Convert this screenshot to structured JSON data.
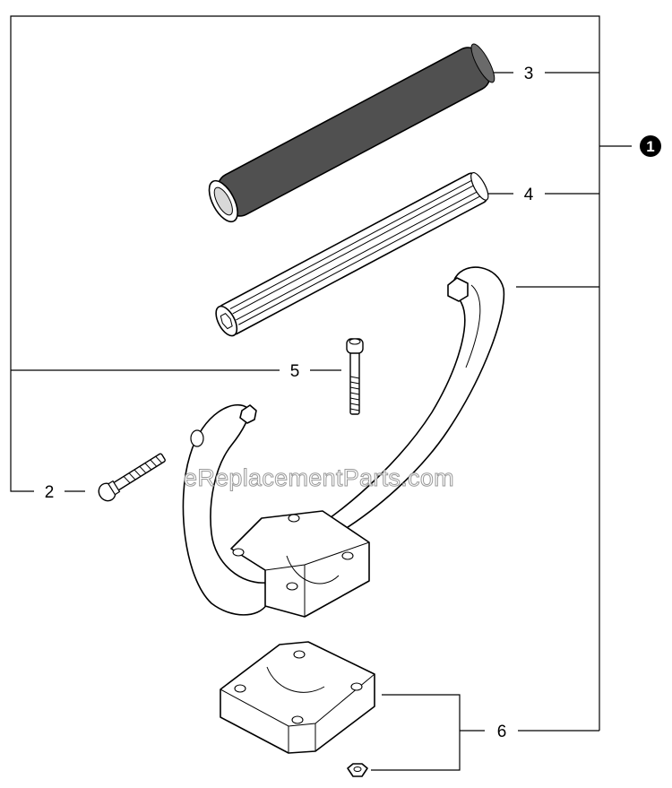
{
  "callouts": {
    "assembly": "1",
    "grip": "3",
    "shaft": "4",
    "screw_long": "5",
    "bolt": "2",
    "clamp": "6"
  },
  "watermark": "eReplacementParts.com",
  "icons": {
    "assembly_marker": "filled-circle-icon"
  },
  "colors": {
    "line": "#000000",
    "grip_fill": "#505050",
    "background": "#ffffff"
  }
}
